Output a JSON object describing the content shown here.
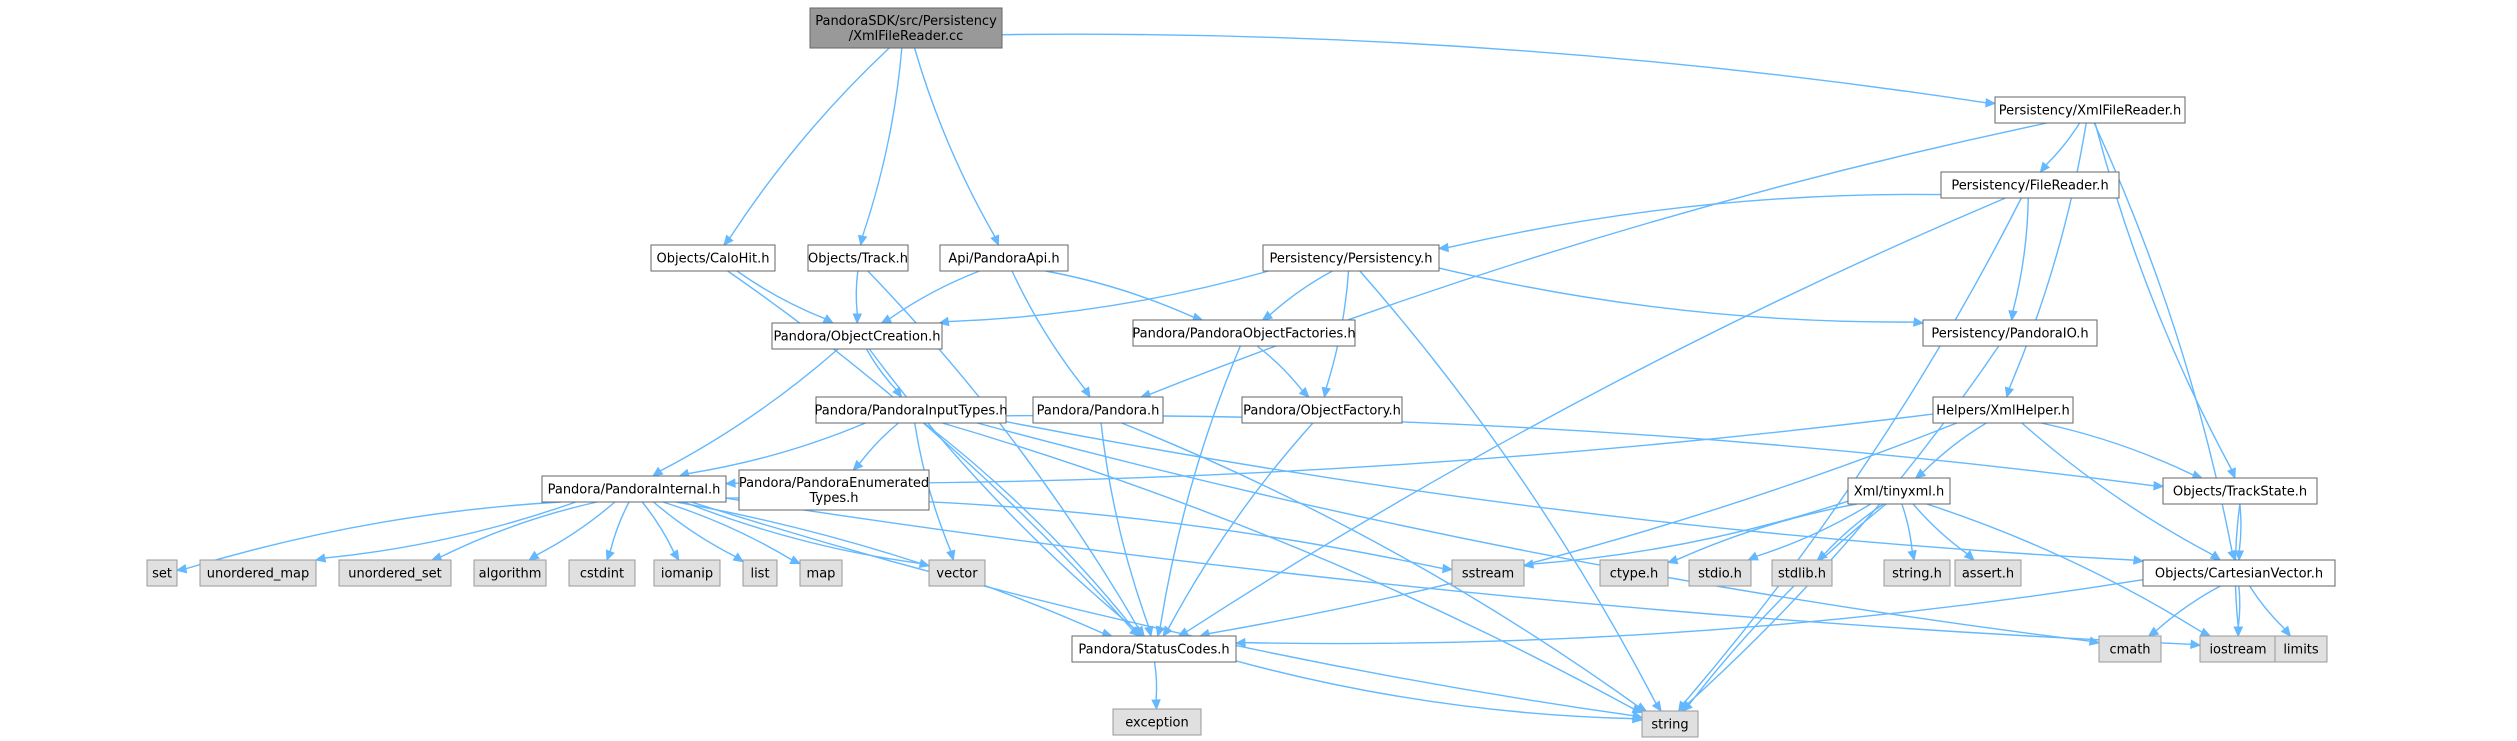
{
  "colors": {
    "edge": "#63b8ff",
    "root_fill": "#999999",
    "user_fill": "#ffffff",
    "system_fill": "#e0e0e0",
    "border": "#666666"
  },
  "nodes": [
    {
      "id": "root",
      "label": [
        "PandoraSDK/src/Persistency",
        "/XmlFileReader.cc"
      ],
      "kind": "root"
    },
    {
      "id": "xmlfilereader_h",
      "label": [
        "Persistency/XmlFileReader.h"
      ],
      "kind": "user"
    },
    {
      "id": "calohit",
      "label": [
        "Objects/CaloHit.h"
      ],
      "kind": "user"
    },
    {
      "id": "track",
      "label": [
        "Objects/Track.h"
      ],
      "kind": "user"
    },
    {
      "id": "pandoraapi",
      "label": [
        "Api/PandoraApi.h"
      ],
      "kind": "user"
    },
    {
      "id": "filereader",
      "label": [
        "Persistency/FileReader.h"
      ],
      "kind": "user"
    },
    {
      "id": "persistency",
      "label": [
        "Persistency/Persistency.h"
      ],
      "kind": "user"
    },
    {
      "id": "objectcreation",
      "label": [
        "Pandora/ObjectCreation.h"
      ],
      "kind": "user"
    },
    {
      "id": "objectfactories",
      "label": [
        "Pandora/PandoraObjectFactories.h"
      ],
      "kind": "user"
    },
    {
      "id": "pandoraio",
      "label": [
        "Persistency/PandoraIO.h"
      ],
      "kind": "user"
    },
    {
      "id": "inputtypes",
      "label": [
        "Pandora/PandoraInputTypes.h"
      ],
      "kind": "user"
    },
    {
      "id": "pandora_h",
      "label": [
        "Pandora/Pandora.h"
      ],
      "kind": "user"
    },
    {
      "id": "objectfactory",
      "label": [
        "Pandora/ObjectFactory.h"
      ],
      "kind": "user"
    },
    {
      "id": "xmlhelper",
      "label": [
        "Helpers/XmlHelper.h"
      ],
      "kind": "user"
    },
    {
      "id": "pandorainternal",
      "label": [
        "Pandora/PandoraInternal.h"
      ],
      "kind": "user"
    },
    {
      "id": "enumtypes",
      "label": [
        "Pandora/PandoraEnumerated",
        "Types.h"
      ],
      "kind": "user"
    },
    {
      "id": "trackstate",
      "label": [
        "Objects/TrackState.h"
      ],
      "kind": "user"
    },
    {
      "id": "tinyxml",
      "label": [
        "Xml/tinyxml.h"
      ],
      "kind": "user"
    },
    {
      "id": "cartesian",
      "label": [
        "Objects/CartesianVector.h"
      ],
      "kind": "user"
    },
    {
      "id": "statuscodes",
      "label": [
        "Pandora/StatusCodes.h"
      ],
      "kind": "user"
    },
    {
      "id": "set",
      "label": [
        "set"
      ],
      "kind": "sys"
    },
    {
      "id": "unordered_map",
      "label": [
        "unordered_map"
      ],
      "kind": "sys"
    },
    {
      "id": "unordered_set",
      "label": [
        "unordered_set"
      ],
      "kind": "sys"
    },
    {
      "id": "algorithm",
      "label": [
        "algorithm"
      ],
      "kind": "sys"
    },
    {
      "id": "cstdint",
      "label": [
        "cstdint"
      ],
      "kind": "sys"
    },
    {
      "id": "iomanip",
      "label": [
        "iomanip"
      ],
      "kind": "sys"
    },
    {
      "id": "list",
      "label": [
        "list"
      ],
      "kind": "sys"
    },
    {
      "id": "map",
      "label": [
        "map"
      ],
      "kind": "sys"
    },
    {
      "id": "vector",
      "label": [
        "vector"
      ],
      "kind": "sys"
    },
    {
      "id": "sstream",
      "label": [
        "sstream"
      ],
      "kind": "sys"
    },
    {
      "id": "ctype",
      "label": [
        "ctype.h"
      ],
      "kind": "sys"
    },
    {
      "id": "stdio",
      "label": [
        "stdio.h"
      ],
      "kind": "sys"
    },
    {
      "id": "stdlib",
      "label": [
        "stdlib.h"
      ],
      "kind": "sys"
    },
    {
      "id": "string_h",
      "label": [
        "string.h"
      ],
      "kind": "sys"
    },
    {
      "id": "assert",
      "label": [
        "assert.h"
      ],
      "kind": "sys"
    },
    {
      "id": "cmath",
      "label": [
        "cmath"
      ],
      "kind": "sys"
    },
    {
      "id": "iostream",
      "label": [
        "iostream"
      ],
      "kind": "sys"
    },
    {
      "id": "limits",
      "label": [
        "limits"
      ],
      "kind": "sys"
    },
    {
      "id": "exception",
      "label": [
        "exception"
      ],
      "kind": "sys"
    },
    {
      "id": "string",
      "label": [
        "string"
      ],
      "kind": "sys"
    }
  ],
  "edges": [
    [
      "root",
      "xmlfilereader_h"
    ],
    [
      "root",
      "calohit"
    ],
    [
      "root",
      "track"
    ],
    [
      "root",
      "pandoraapi"
    ],
    [
      "xmlfilereader_h",
      "filereader"
    ],
    [
      "xmlfilereader_h",
      "pandora_h"
    ],
    [
      "xmlfilereader_h",
      "xmlhelper"
    ],
    [
      "xmlfilereader_h",
      "trackstate"
    ],
    [
      "xmlfilereader_h",
      "cartesian"
    ],
    [
      "filereader",
      "persistency"
    ],
    [
      "filereader",
      "pandoraio"
    ],
    [
      "filereader",
      "statuscodes"
    ],
    [
      "filereader",
      "string"
    ],
    [
      "calohit",
      "objectcreation"
    ],
    [
      "calohit",
      "statuscodes"
    ],
    [
      "track",
      "objectcreation"
    ],
    [
      "track",
      "statuscodes"
    ],
    [
      "pandoraapi",
      "objectcreation"
    ],
    [
      "pandoraapi",
      "objectfactories"
    ],
    [
      "pandoraapi",
      "pandora_h"
    ],
    [
      "persistency",
      "objectcreation"
    ],
    [
      "persistency",
      "objectfactories"
    ],
    [
      "persistency",
      "objectfactory"
    ],
    [
      "persistency",
      "pandoraio"
    ],
    [
      "persistency",
      "string"
    ],
    [
      "objectcreation",
      "inputtypes"
    ],
    [
      "objectcreation",
      "pandorainternal"
    ],
    [
      "objectcreation",
      "statuscodes"
    ],
    [
      "objectfactories",
      "objectfactory"
    ],
    [
      "objectfactories",
      "statuscodes"
    ],
    [
      "pandoraio",
      "string"
    ],
    [
      "pandora_h",
      "statuscodes"
    ],
    [
      "pandora_h",
      "string"
    ],
    [
      "objectfactory",
      "statuscodes"
    ],
    [
      "inputtypes",
      "pandorainternal"
    ],
    [
      "inputtypes",
      "enumtypes"
    ],
    [
      "inputtypes",
      "trackstate"
    ],
    [
      "inputtypes",
      "cartesian"
    ],
    [
      "inputtypes",
      "statuscodes"
    ],
    [
      "inputtypes",
      "vector"
    ],
    [
      "inputtypes",
      "string"
    ],
    [
      "inputtypes",
      "cmath"
    ],
    [
      "xmlhelper",
      "pandorainternal"
    ],
    [
      "xmlhelper",
      "tinyxml"
    ],
    [
      "xmlhelper",
      "trackstate"
    ],
    [
      "xmlhelper",
      "cartesian"
    ],
    [
      "xmlhelper",
      "statuscodes"
    ],
    [
      "pandorainternal",
      "set"
    ],
    [
      "pandorainternal",
      "unordered_map"
    ],
    [
      "pandorainternal",
      "unordered_set"
    ],
    [
      "pandorainternal",
      "algorithm"
    ],
    [
      "pandorainternal",
      "cstdint"
    ],
    [
      "pandorainternal",
      "iomanip"
    ],
    [
      "pandorainternal",
      "list"
    ],
    [
      "pandorainternal",
      "map"
    ],
    [
      "pandorainternal",
      "vector"
    ],
    [
      "pandorainternal",
      "sstream"
    ],
    [
      "pandorainternal",
      "iostream"
    ],
    [
      "pandorainternal",
      "statuscodes"
    ],
    [
      "pandorainternal",
      "string"
    ],
    [
      "tinyxml",
      "sstream"
    ],
    [
      "tinyxml",
      "ctype"
    ],
    [
      "tinyxml",
      "stdio"
    ],
    [
      "tinyxml",
      "stdlib"
    ],
    [
      "tinyxml",
      "string_h"
    ],
    [
      "tinyxml",
      "assert"
    ],
    [
      "tinyxml",
      "iostream"
    ],
    [
      "tinyxml",
      "string"
    ],
    [
      "trackstate",
      "cartesian"
    ],
    [
      "trackstate",
      "iostream"
    ],
    [
      "cartesian",
      "statuscodes"
    ],
    [
      "cartesian",
      "cmath"
    ],
    [
      "cartesian",
      "iostream"
    ],
    [
      "cartesian",
      "limits"
    ],
    [
      "statuscodes",
      "exception"
    ],
    [
      "statuscodes",
      "string"
    ]
  ]
}
